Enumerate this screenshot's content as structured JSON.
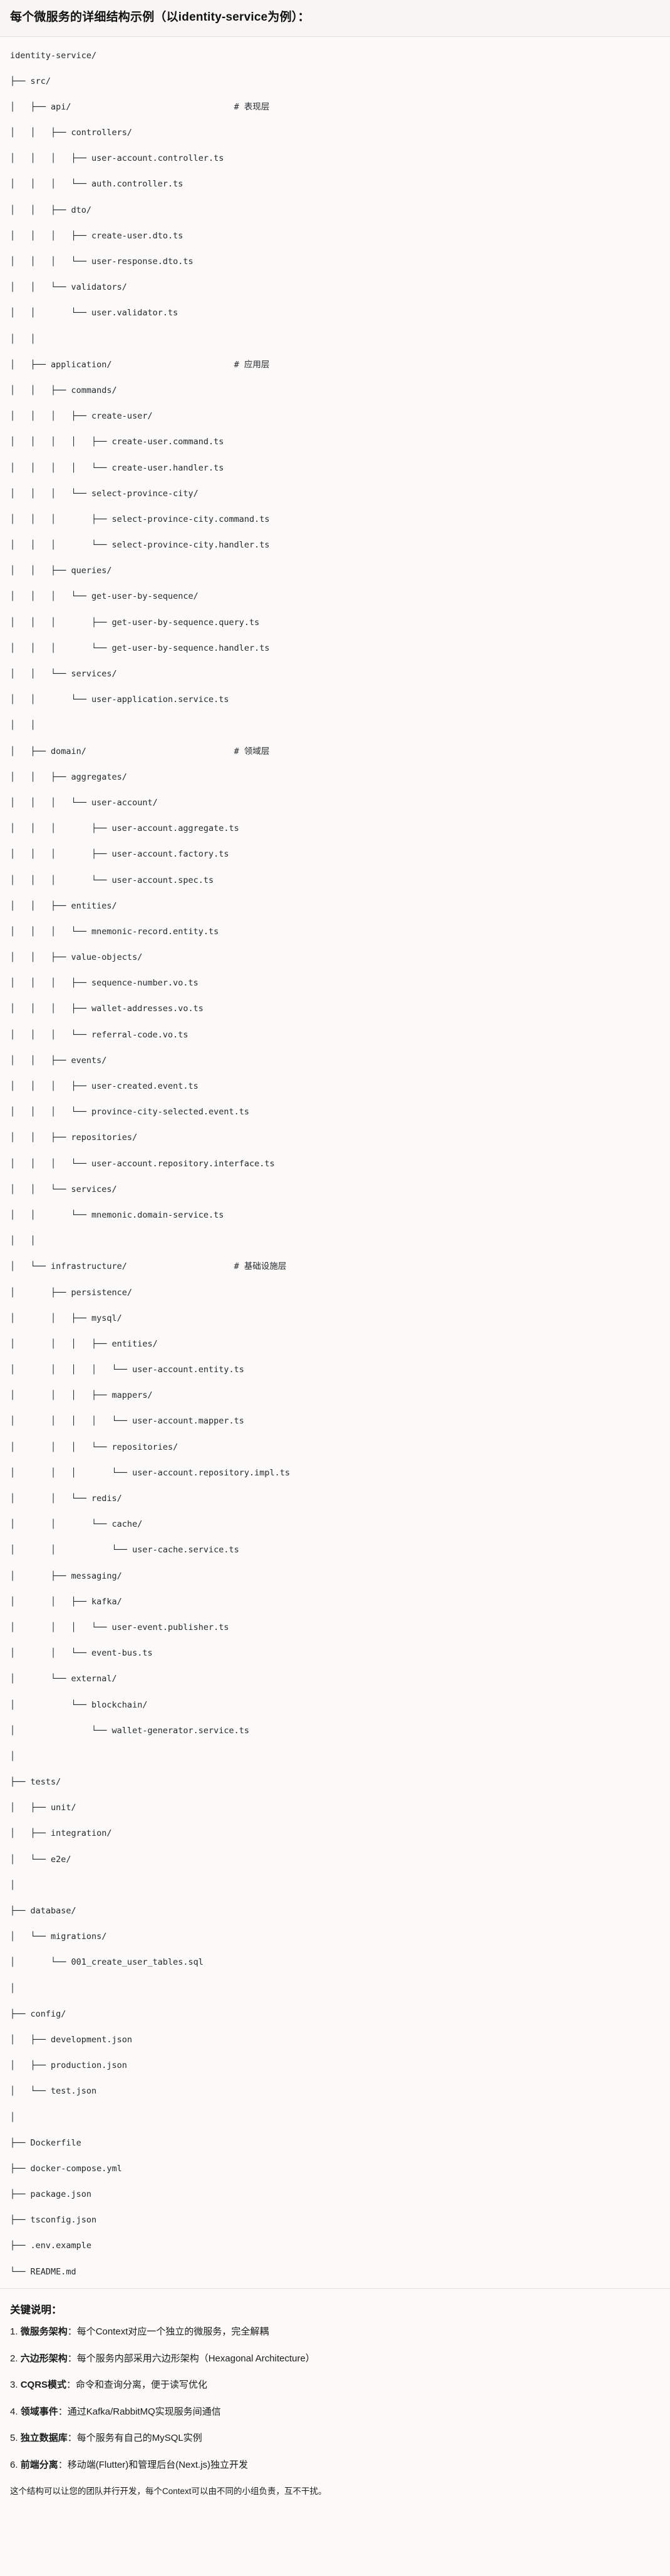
{
  "title": "每个微服务的详细结构示例（以identity-service为例）：",
  "tree": {
    "comment_column": 44,
    "lines": [
      {
        "text": "identity-service/",
        "comment": ""
      },
      {
        "text": "├── src/",
        "comment": ""
      },
      {
        "text": "│   ├── api/",
        "comment": "# 表现层"
      },
      {
        "text": "│   │   ├── controllers/",
        "comment": ""
      },
      {
        "text": "│   │   │   ├── user-account.controller.ts",
        "comment": ""
      },
      {
        "text": "│   │   │   └── auth.controller.ts",
        "comment": ""
      },
      {
        "text": "│   │   ├── dto/",
        "comment": ""
      },
      {
        "text": "│   │   │   ├── create-user.dto.ts",
        "comment": ""
      },
      {
        "text": "│   │   │   └── user-response.dto.ts",
        "comment": ""
      },
      {
        "text": "│   │   └── validators/",
        "comment": ""
      },
      {
        "text": "│   │       └── user.validator.ts",
        "comment": ""
      },
      {
        "text": "│   │",
        "comment": ""
      },
      {
        "text": "│   ├── application/",
        "comment": "# 应用层"
      },
      {
        "text": "│   │   ├── commands/",
        "comment": ""
      },
      {
        "text": "│   │   │   ├── create-user/",
        "comment": ""
      },
      {
        "text": "│   │   │   │   ├── create-user.command.ts",
        "comment": ""
      },
      {
        "text": "│   │   │   │   └── create-user.handler.ts",
        "comment": ""
      },
      {
        "text": "│   │   │   └── select-province-city/",
        "comment": ""
      },
      {
        "text": "│   │   │       ├── select-province-city.command.ts",
        "comment": ""
      },
      {
        "text": "│   │   │       └── select-province-city.handler.ts",
        "comment": ""
      },
      {
        "text": "│   │   ├── queries/",
        "comment": ""
      },
      {
        "text": "│   │   │   └── get-user-by-sequence/",
        "comment": ""
      },
      {
        "text": "│   │   │       ├── get-user-by-sequence.query.ts",
        "comment": ""
      },
      {
        "text": "│   │   │       └── get-user-by-sequence.handler.ts",
        "comment": ""
      },
      {
        "text": "│   │   └── services/",
        "comment": ""
      },
      {
        "text": "│   │       └── user-application.service.ts",
        "comment": ""
      },
      {
        "text": "│   │",
        "comment": ""
      },
      {
        "text": "│   ├── domain/",
        "comment": "# 领域层"
      },
      {
        "text": "│   │   ├── aggregates/",
        "comment": ""
      },
      {
        "text": "│   │   │   └── user-account/",
        "comment": ""
      },
      {
        "text": "│   │   │       ├── user-account.aggregate.ts",
        "comment": ""
      },
      {
        "text": "│   │   │       ├── user-account.factory.ts",
        "comment": ""
      },
      {
        "text": "│   │   │       └── user-account.spec.ts",
        "comment": ""
      },
      {
        "text": "│   │   ├── entities/",
        "comment": ""
      },
      {
        "text": "│   │   │   └── mnemonic-record.entity.ts",
        "comment": ""
      },
      {
        "text": "│   │   ├── value-objects/",
        "comment": ""
      },
      {
        "text": "│   │   │   ├── sequence-number.vo.ts",
        "comment": ""
      },
      {
        "text": "│   │   │   ├── wallet-addresses.vo.ts",
        "comment": ""
      },
      {
        "text": "│   │   │   └── referral-code.vo.ts",
        "comment": ""
      },
      {
        "text": "│   │   ├── events/",
        "comment": ""
      },
      {
        "text": "│   │   │   ├── user-created.event.ts",
        "comment": ""
      },
      {
        "text": "│   │   │   └── province-city-selected.event.ts",
        "comment": ""
      },
      {
        "text": "│   │   ├── repositories/",
        "comment": ""
      },
      {
        "text": "│   │   │   └── user-account.repository.interface.ts",
        "comment": ""
      },
      {
        "text": "│   │   └── services/",
        "comment": ""
      },
      {
        "text": "│   │       └── mnemonic.domain-service.ts",
        "comment": ""
      },
      {
        "text": "│   │",
        "comment": ""
      },
      {
        "text": "│   └── infrastructure/",
        "comment": "# 基础设施层"
      },
      {
        "text": "│       ├── persistence/",
        "comment": ""
      },
      {
        "text": "│       │   ├── mysql/",
        "comment": ""
      },
      {
        "text": "│       │   │   ├── entities/",
        "comment": ""
      },
      {
        "text": "│       │   │   │   └── user-account.entity.ts",
        "comment": ""
      },
      {
        "text": "│       │   │   ├── mappers/",
        "comment": ""
      },
      {
        "text": "│       │   │   │   └── user-account.mapper.ts",
        "comment": ""
      },
      {
        "text": "│       │   │   └── repositories/",
        "comment": ""
      },
      {
        "text": "│       │   │       └── user-account.repository.impl.ts",
        "comment": ""
      },
      {
        "text": "│       │   └── redis/",
        "comment": ""
      },
      {
        "text": "│       │       └── cache/",
        "comment": ""
      },
      {
        "text": "│       │           └── user-cache.service.ts",
        "comment": ""
      },
      {
        "text": "│       ├── messaging/",
        "comment": ""
      },
      {
        "text": "│       │   ├── kafka/",
        "comment": ""
      },
      {
        "text": "│       │   │   └── user-event.publisher.ts",
        "comment": ""
      },
      {
        "text": "│       │   └── event-bus.ts",
        "comment": ""
      },
      {
        "text": "│       └── external/",
        "comment": ""
      },
      {
        "text": "│           └── blockchain/",
        "comment": ""
      },
      {
        "text": "│               └── wallet-generator.service.ts",
        "comment": ""
      },
      {
        "text": "│",
        "comment": ""
      },
      {
        "text": "├── tests/",
        "comment": ""
      },
      {
        "text": "│   ├── unit/",
        "comment": ""
      },
      {
        "text": "│   ├── integration/",
        "comment": ""
      },
      {
        "text": "│   └── e2e/",
        "comment": ""
      },
      {
        "text": "│",
        "comment": ""
      },
      {
        "text": "├── database/",
        "comment": ""
      },
      {
        "text": "│   └── migrations/",
        "comment": ""
      },
      {
        "text": "│       └── 001_create_user_tables.sql",
        "comment": ""
      },
      {
        "text": "│",
        "comment": ""
      },
      {
        "text": "├── config/",
        "comment": ""
      },
      {
        "text": "│   ├── development.json",
        "comment": ""
      },
      {
        "text": "│   ├── production.json",
        "comment": ""
      },
      {
        "text": "│   └── test.json",
        "comment": ""
      },
      {
        "text": "│",
        "comment": ""
      },
      {
        "text": "├── Dockerfile",
        "comment": ""
      },
      {
        "text": "├── docker-compose.yml",
        "comment": ""
      },
      {
        "text": "├── package.json",
        "comment": ""
      },
      {
        "text": "├── tsconfig.json",
        "comment": ""
      },
      {
        "text": "├── .env.example",
        "comment": ""
      },
      {
        "text": "└── README.md",
        "comment": ""
      }
    ]
  },
  "notes": {
    "heading": "关键说明：",
    "items": [
      {
        "num": "1.",
        "term": "微服务架构",
        "sep": "：",
        "desc": "每个Context对应一个独立的微服务，完全解耦"
      },
      {
        "num": "2.",
        "term": "六边形架构",
        "sep": "：",
        "desc": "每个服务内部采用六边形架构（Hexagonal Architecture）"
      },
      {
        "num": "3.",
        "term": "CQRS模式",
        "sep": "：",
        "desc": "命令和查询分离，便于读写优化"
      },
      {
        "num": "4.",
        "term": "领域事件",
        "sep": "：",
        "desc": "通过Kafka/RabbitMQ实现服务间通信"
      },
      {
        "num": "5.",
        "term": "独立数据库",
        "sep": "：",
        "desc": "每个服务有自己的MySQL实例"
      },
      {
        "num": "6.",
        "term": "前端分离",
        "sep": "：",
        "desc": "移动端(Flutter)和管理后台(Next.js)独立开发"
      }
    ],
    "closing": "这个结构可以让您的团队并行开发，每个Context可以由不同的小组负责，互不干扰。"
  },
  "colors": {
    "page_bg": "#fbfaf8",
    "title_bg": "#f7f6f2",
    "border": "#e4e2dc",
    "text": "#1f1f1f",
    "code_text": "#24292e"
  }
}
